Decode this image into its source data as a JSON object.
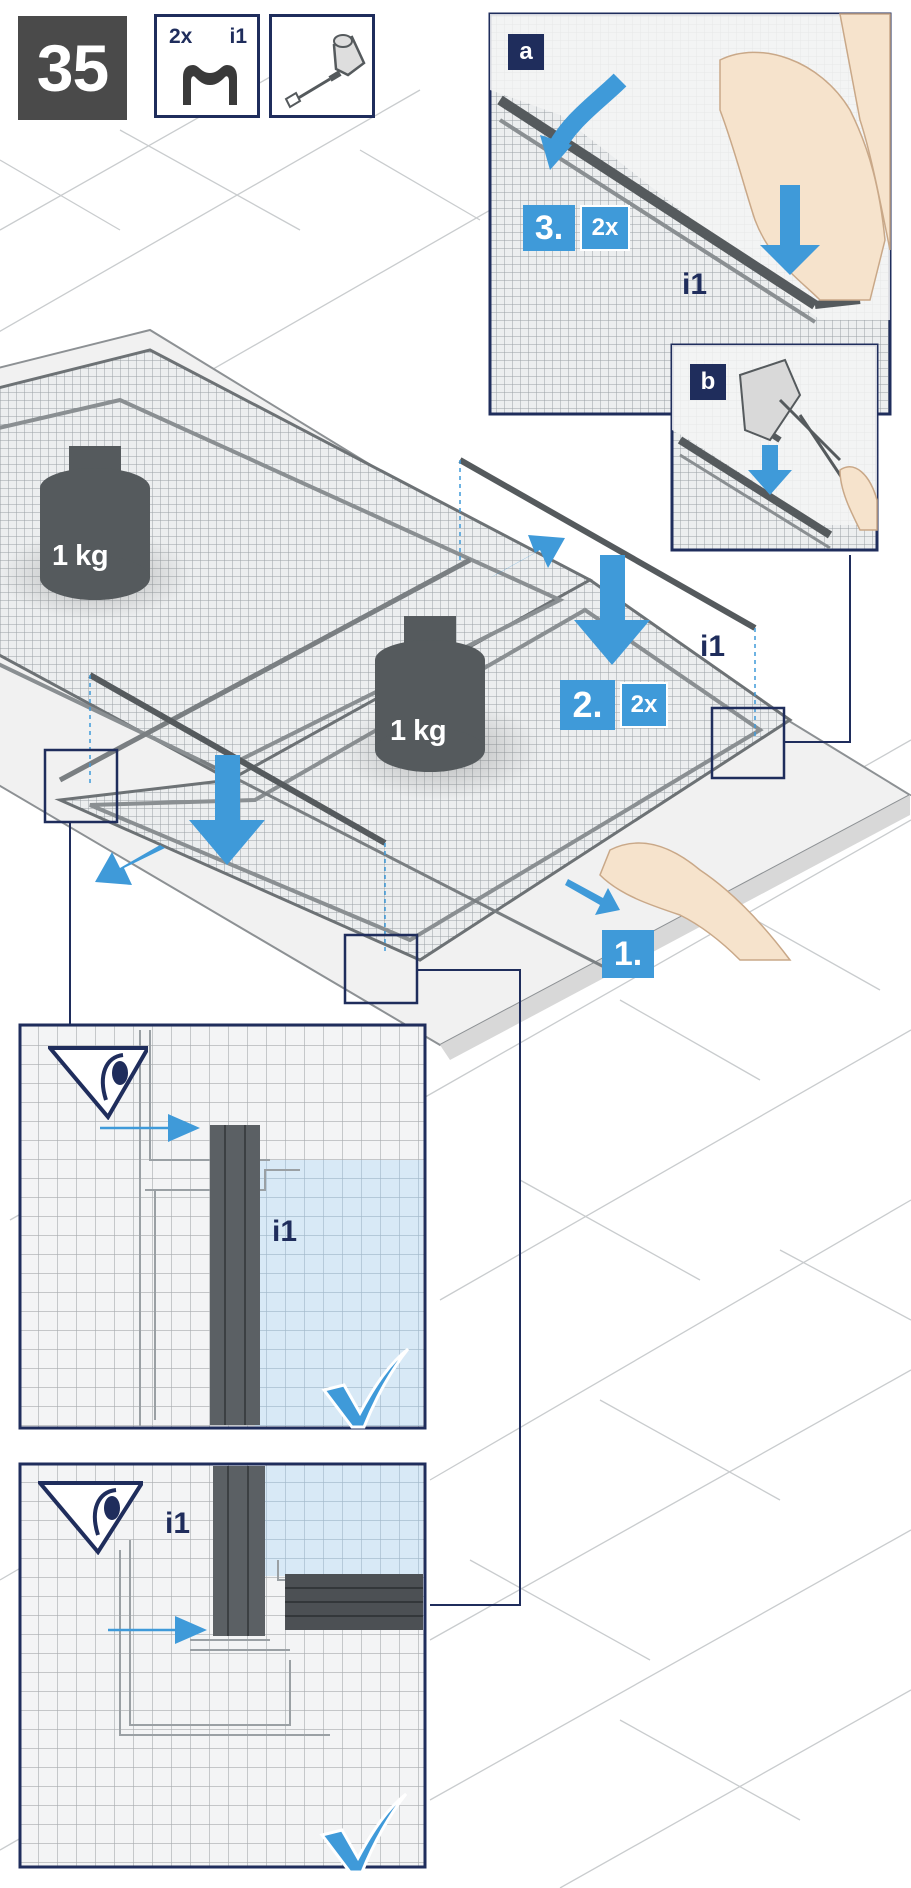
{
  "step": {
    "number": "35"
  },
  "parts": {
    "quantity": "2x",
    "part_id": "i1"
  },
  "tools": [
    {
      "icon": "hammer-icon"
    }
  ],
  "weights": [
    {
      "label": "1 kg"
    },
    {
      "label": "1 kg"
    }
  ],
  "steps": [
    {
      "number": "1."
    },
    {
      "number": "2.",
      "quantity": "2x"
    },
    {
      "number": "3.",
      "quantity": "2x"
    }
  ],
  "part_labels": {
    "main": "i1",
    "inset_a": "i1",
    "detail_1": "i1",
    "detail_2": "i1"
  },
  "insets": {
    "a": "a",
    "b": "b"
  },
  "colors": {
    "accent": "#3f9ad9",
    "navy": "#1f2d5c",
    "dark_gray": "#4a4a4a",
    "panel_light": "#d8e9f6"
  },
  "detail_views": [
    {
      "icon": "eye-icon",
      "status": "check-icon"
    },
    {
      "icon": "eye-icon",
      "status": "check-icon"
    }
  ]
}
